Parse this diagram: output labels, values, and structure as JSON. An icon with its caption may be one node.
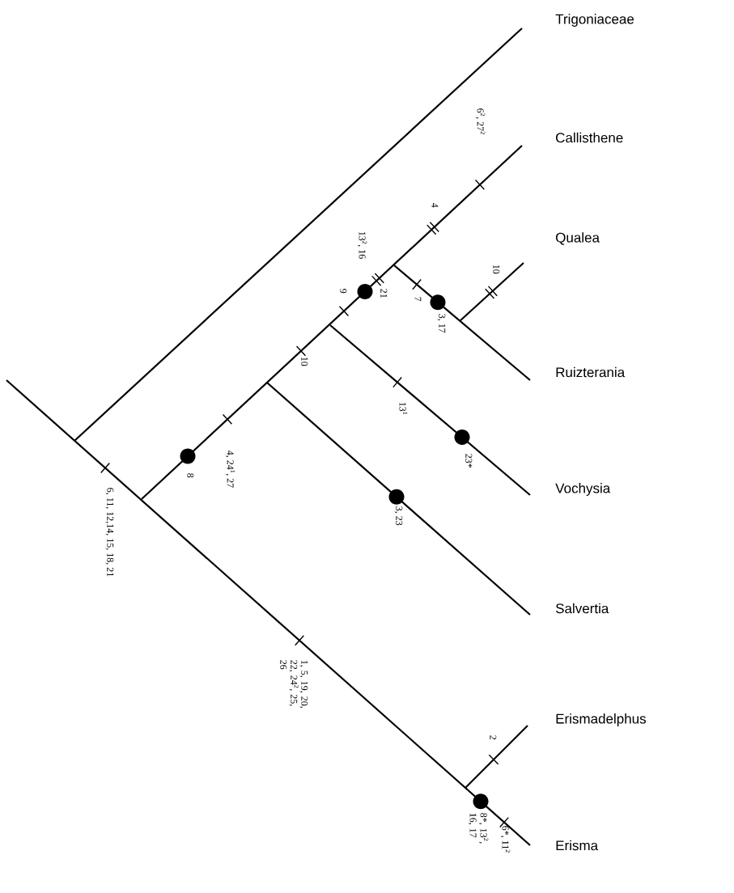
{
  "diagram": {
    "labels": [
      "Trigoniaceae",
      "Callisthene",
      "Qualea",
      "Ruizterania",
      "Vochysia",
      "Salvertia",
      "Erismadelphus",
      "Erisma",
      "6$^{2}$, 27$^{2}$",
      "4",
      "13$^{2}$, 16",
      "9",
      "21",
      "7",
      "3, 17",
      "10",
      "10",
      "13$^{1}$",
      "23*",
      "3, 23",
      "8",
      "4, 24$^{1}$, 27",
      "6, 11, 12,14, 15, 18, 21",
      "1, 5, 19, 20, 22, 24$^{2}$, 25, 26",
      "2",
      "8*, 13$^{2}$, 16, 17",
      "6*, 11$^{2}$"
    ]
  }
}
